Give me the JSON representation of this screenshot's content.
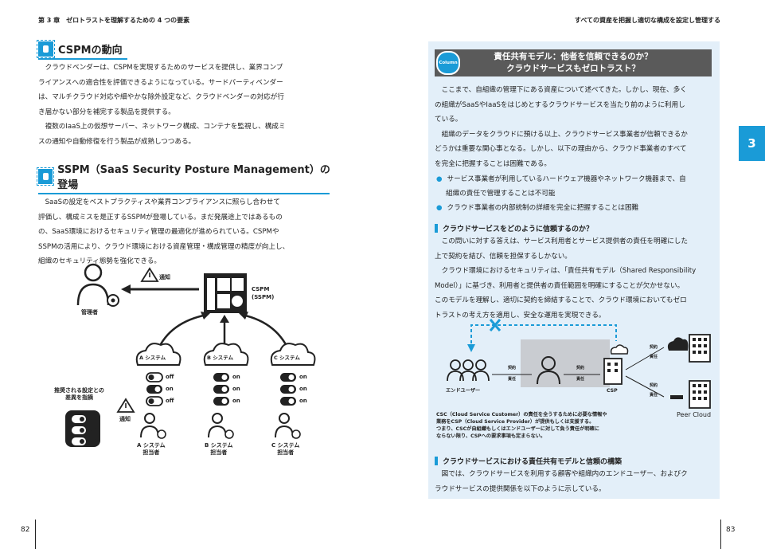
{
  "left_page": {
    "running_head": "第 3 章　ゼロトラストを理解するための 4 つの要素",
    "page_number": "82",
    "section1": {
      "title": "CSPMの動向",
      "lines": [
        "クラウドベンダーは、CSPMを実現するためのサービスを提供し、業界コンプ",
        "ライアンスへの適合性を評価できるようになっている。サードパーティベンダー",
        "は、マルチクラウド対応や細やかな除外設定など、クラウドベンダーの対応が行",
        "き届かない部分を補完する製品を提供する。",
        "複数のIaaS上の仮想サーバー、ネットワーク構成、コンテナを監視し、構成ミ",
        "スの通知や自動修復を行う製品が成熟しつつある。"
      ]
    },
    "section2": {
      "title": "SSPM（SaaS Security Posture Management）の登場",
      "lines": [
        "SaaSの設定をベストプラクティスや業界コンプライアンスに照らし合わせて",
        "評価し、構成ミスを是正するSSPMが登場している。まだ発展途上ではあるもの",
        "の、SaaS環境におけるセキュリティ管理の最適化が進められている。CSPMや",
        "SSPMの活用により、クラウド環境における資産管理・構成管理の精度が向上し、",
        "組織のセキュリティ態勢を強化できる。"
      ]
    },
    "diagram": {
      "notify_label": "通知",
      "admin_label": "管理者",
      "cspm_label": "CSPM\n(SSPM)",
      "systems": [
        {
          "name": "A システム",
          "toggles": [
            "off",
            "on",
            "off"
          ],
          "owner": "A システム\n担当者"
        },
        {
          "name": "B システム",
          "toggles": [
            "on",
            "on",
            "on"
          ],
          "owner": "B システム\n担当者"
        },
        {
          "name": "C システム",
          "toggles": [
            "on",
            "on",
            "on"
          ],
          "owner": "C システム\n担当者"
        }
      ],
      "recommended_label": "推奨される設定との\n差異を指摘",
      "recommended_toggles": [
        "on",
        "on",
        "on"
      ],
      "notify_label2": "通知"
    }
  },
  "right_page": {
    "running_head": "すべての資産を把握し適切な構成を設定し管理する",
    "page_number": "83",
    "chapter_tab": "3",
    "column": {
      "badge": "Column",
      "title_line1": "責任共有モデル：他者を信頼できるのか？",
      "title_line2": "クラウドサービスもゼロトラスト？",
      "intro_lines": [
        "ここまで、自組織の管理下にある資産について述べてきた。しかし、現在、多く",
        "の組織がSaaSやIaaSをはじめとするクラウドサービスを当たり前のように利用し",
        "ている。",
        "組織のデータをクラウドに預ける以上、クラウドサービス事業者が信頼できるか",
        "どうかは重要な関心事となる。しかし、以下の理由から、クラウド事業者のすべて",
        "を完全に把握することは困難である。"
      ],
      "bullets": [
        "サービス事業者が利用しているハードウェア機器やネットワーク機器まで、自",
        "組織の責任で管理することは不可能",
        "クラウド事業者の内部統制の詳細を完全に把握することは困難"
      ],
      "sub1": {
        "title": "クラウドサービスをどのように信頼するのか？",
        "lines": [
          "この問いに対する答えは、サービス利用者とサービス提供者の責任を明確にした",
          "上で契約を結び、信頼を担保するしかない。",
          "クラウド環境におけるセキュリティは、「責任共有モデル（Shared Responsibility",
          "Model）」に基づき、利用者と提供者の責任範囲を明確にすることが欠かせない。",
          "このモデルを理解し、適切に契約を締結することで、クラウド環境においてもゼロ",
          "トラストの考え方を適用し、安全な運用を実現できる。"
        ]
      },
      "diagram": {
        "end_user_label": "エンドユーザー",
        "csp_label": "CSP",
        "peer_label": "Peer Cloud",
        "contract": "契約",
        "responsibility": "責任",
        "caption_lines": [
          "CSC（Cloud Service Customer）の責任を全うするために必要な情報や",
          "業務をCSP（Cloud Service Provider）が提供もしくは支援する。",
          "つまり、CSCが自組織もしくはエンドユーザーに対して負う責任が明確に",
          "ならない限り、CSPへの要求事項も定まらない。"
        ]
      },
      "sub2": {
        "title": "クラウドサービスにおける責任共有モデルと信頼の構築",
        "lines": [
          "図では、クラウドサービスを利用する顧客や組織内のエンドユーザー、およびク",
          "ラウドサービスの提供関係を以下のように示している。"
        ]
      }
    }
  },
  "colors": {
    "accent": "#1a9bd7",
    "column_bg": "#e3eff9",
    "title_bar": "#5a5a5a"
  }
}
